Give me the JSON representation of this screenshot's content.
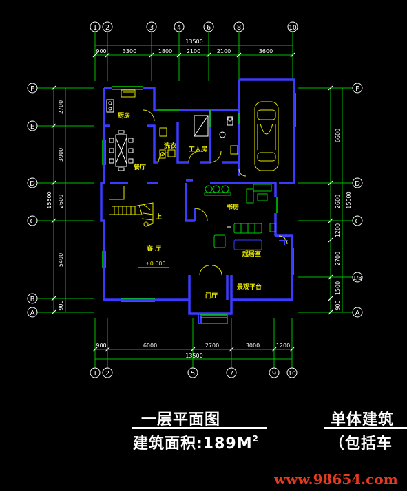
{
  "axes_top": [
    "1",
    "2",
    "3",
    "4",
    "6",
    "8",
    "10"
  ],
  "axes_bottom": [
    "1",
    "2",
    "5",
    "7",
    "9",
    "10"
  ],
  "axes_side": [
    "F",
    "E",
    "D",
    "C",
    "1/B",
    "B",
    "A"
  ],
  "dims_top_total": "13500",
  "dims_top": [
    "900",
    "3300",
    "1800",
    "2100",
    "2100",
    "3600"
  ],
  "dims_bottom_total": "13500",
  "dims_bottom": [
    "900",
    "6000",
    "2700",
    "3000",
    "1200"
  ],
  "dims_left": [
    "2700",
    "3900",
    "2600",
    "5400",
    "900"
  ],
  "dims_left_total": "15500",
  "dims_right": [
    "6600",
    "2600",
    "1200",
    "2700",
    "1500",
    "900"
  ],
  "dims_right_total": "15500",
  "rooms": {
    "kitchen": "厨房",
    "dining": "餐厅",
    "laundry": "洗衣",
    "maid": "工人房",
    "study": "书房",
    "living": "客 厅",
    "family": "起居室",
    "foyer": "门厅",
    "terrace": "景观平台",
    "stair_up": "上",
    "elevation": "±0.000"
  },
  "title": "一层平面图",
  "area_label": "建筑面积:189M",
  "area_sup": "2",
  "side_title_1": "单体建筑",
  "side_title_2": "（包括车",
  "watermark": "www.98654.com"
}
